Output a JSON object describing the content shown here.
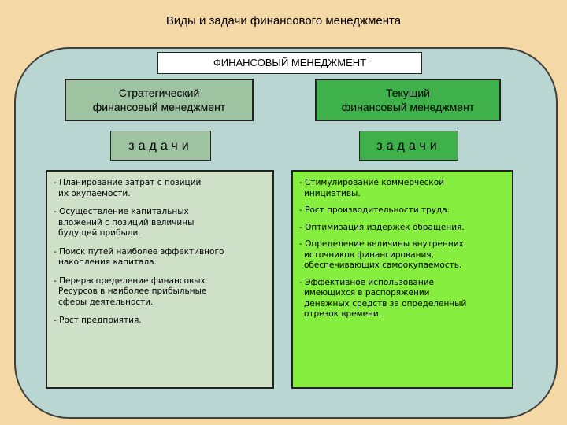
{
  "title": "Виды и задачи финансового менеджмента",
  "main": {
    "heading": "ФИНАНСОВЫЙ МЕНЕДЖМЕНТ",
    "left": {
      "title_line1": "Стратегический",
      "title_line2": "финансовый менеджмент",
      "tasks_label": "задачи",
      "items": [
        "- Планирование затрат с позиций\nих окупаемости.",
        "- Осуществление капитальных\nвложений с позиций величины\nбудущей прибыли.",
        "- Поиск путей наиболее эффективного\nнакопления капитала.",
        "- Перераспределение финансовых\nРесурсов в наиболее прибыльные\nсферы деятельности.",
        "- Рост предприятия."
      ]
    },
    "right": {
      "title_line1": "Текущий",
      "title_line2": "финансовый менеджмент",
      "tasks_label": "задачи",
      "items": [
        "- Стимулирование коммерческой\nинициативы.",
        "- Рост производительности труда.",
        "- Оптимизация издержек обращения.",
        "- Определение величины внутренних\nисточников финансирования,\nобеспечивающих самоокупаемость.",
        "- Эффективное использование\nимеющихся в распоряжении\nденежных средств за определенный\nотрезок времени."
      ]
    }
  },
  "colors": {
    "background": "#f4d8a6",
    "panel": "#b9d6d2",
    "strategic": "#9dc3a0",
    "strategic_list": "#cfe0c9",
    "current": "#3fb14a",
    "current_list": "#86ee3e"
  }
}
